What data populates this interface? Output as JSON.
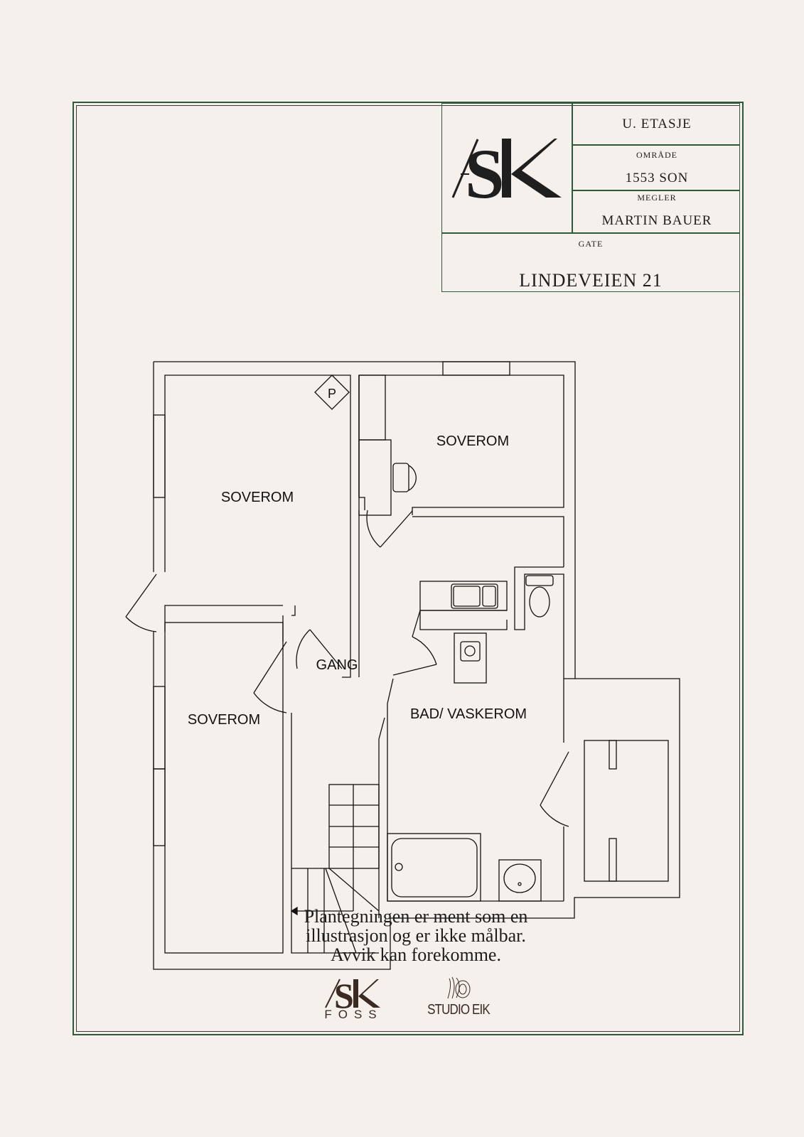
{
  "header": {
    "logo": "ASK",
    "floor": "U. ETASJE",
    "area_label": "OMRÅDE",
    "area_value": "1553 SON",
    "broker_label": "MEGLER",
    "broker_value": "MARTIN BAUER",
    "street_label": "GATE",
    "street_value": "LINDEVEIEN 21"
  },
  "plan": {
    "rooms": [
      "SOVEROM",
      "SOVEROM",
      "SOVEROM",
      "GANG",
      "BAD/ VASKEROM"
    ],
    "marker": "P"
  },
  "footer": {
    "disclaimer": [
      "Plantegningen er ment som en",
      "illustrasjon og er ikke målbar.",
      "Avvik kan forekomme."
    ],
    "logo_ask": "ASK",
    "logo_ask_sub": "FOSS",
    "logo_studio": "STUDIO EIK"
  },
  "colors": {
    "frame": "#2f5a3a",
    "background": "#f6f0ec",
    "ink": "#1c1c1c"
  }
}
